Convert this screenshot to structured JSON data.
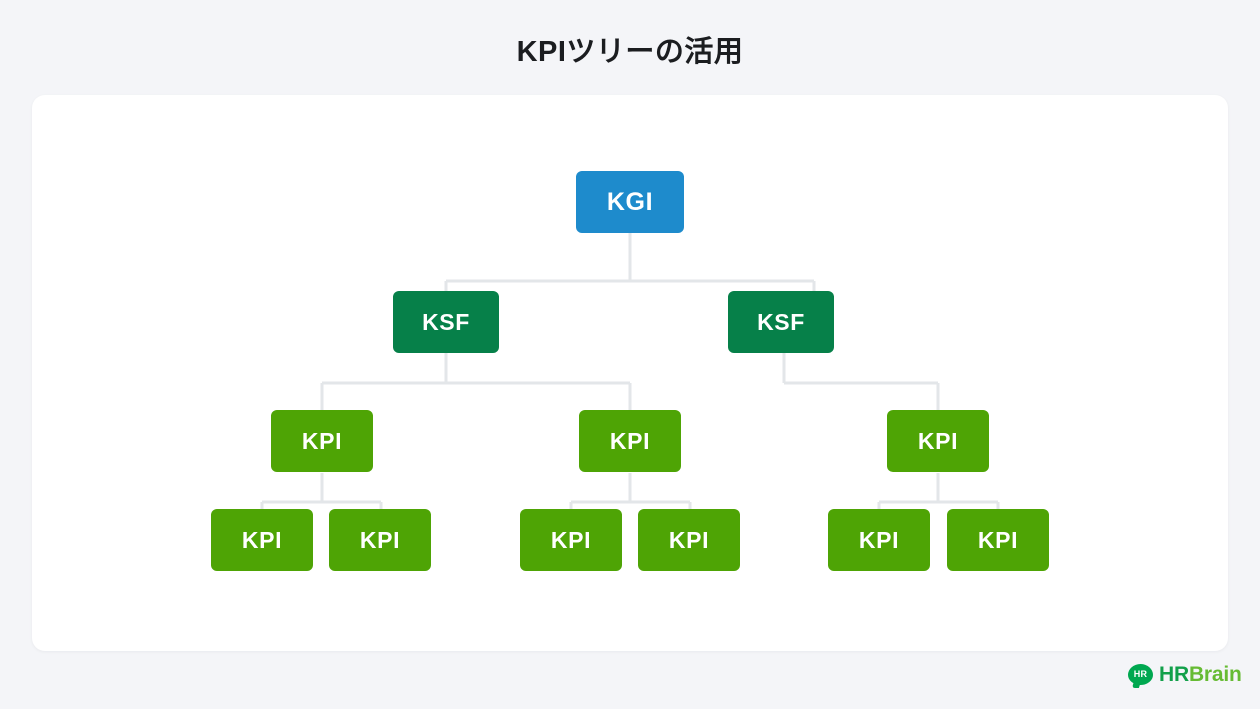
{
  "page": {
    "title": "KPIツリーの活用",
    "background_color": "#F4F5F8",
    "card_color": "#FFFFFF"
  },
  "colors": {
    "kgi": "#1E8BCC",
    "ksf": "#068049",
    "kpi": "#4EA405",
    "connector": "#E3E6E9",
    "title_text": "#1B1D20"
  },
  "diagram": {
    "type": "tree",
    "levels": [
      "KGI",
      "KSF",
      "KPI",
      "KPI"
    ],
    "nodes": [
      {
        "id": "kgi",
        "label": "KGI",
        "level": 0,
        "kind": "kgi"
      },
      {
        "id": "ksf-1",
        "label": "KSF",
        "level": 1,
        "kind": "ksf"
      },
      {
        "id": "ksf-2",
        "label": "KSF",
        "level": 1,
        "kind": "ksf"
      },
      {
        "id": "kpi-1",
        "label": "KPI",
        "level": 2,
        "kind": "kpi"
      },
      {
        "id": "kpi-2",
        "label": "KPI",
        "level": 2,
        "kind": "kpi"
      },
      {
        "id": "kpi-3",
        "label": "KPI",
        "level": 2,
        "kind": "kpi"
      },
      {
        "id": "kpi-1-1",
        "label": "KPI",
        "level": 3,
        "kind": "kpi"
      },
      {
        "id": "kpi-1-2",
        "label": "KPI",
        "level": 3,
        "kind": "kpi"
      },
      {
        "id": "kpi-2-1",
        "label": "KPI",
        "level": 3,
        "kind": "kpi"
      },
      {
        "id": "kpi-2-2",
        "label": "KPI",
        "level": 3,
        "kind": "kpi"
      },
      {
        "id": "kpi-3-1",
        "label": "KPI",
        "level": 3,
        "kind": "kpi"
      },
      {
        "id": "kpi-3-2",
        "label": "KPI",
        "level": 3,
        "kind": "kpi"
      }
    ],
    "edges": [
      {
        "from": "kgi",
        "to": "ksf-1"
      },
      {
        "from": "kgi",
        "to": "ksf-2"
      },
      {
        "from": "ksf-1",
        "to": "kpi-1"
      },
      {
        "from": "ksf-1",
        "to": "kpi-2"
      },
      {
        "from": "ksf-2",
        "to": "kpi-3"
      },
      {
        "from": "kpi-1",
        "to": "kpi-1-1"
      },
      {
        "from": "kpi-1",
        "to": "kpi-1-2"
      },
      {
        "from": "kpi-2",
        "to": "kpi-2-1"
      },
      {
        "from": "kpi-2",
        "to": "kpi-2-2"
      },
      {
        "from": "kpi-3",
        "to": "kpi-3-1"
      },
      {
        "from": "kpi-3",
        "to": "kpi-3-2"
      }
    ]
  },
  "logo": {
    "mark_text": "HR",
    "word_primary": "HR",
    "word_secondary": "Brain"
  }
}
